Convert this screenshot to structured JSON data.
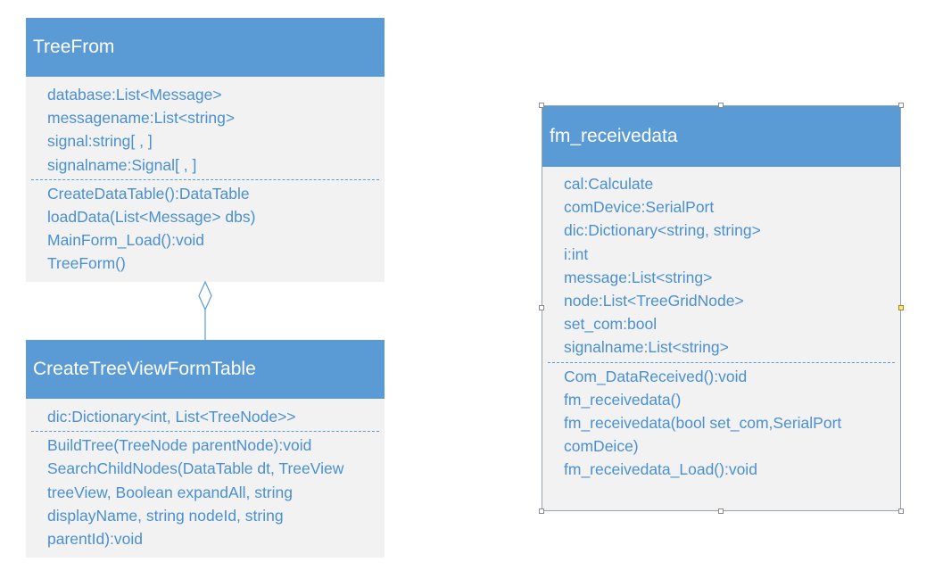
{
  "classes": {
    "treefrom": {
      "name": "TreeFrom",
      "attributes": [
        "database:List<Message>",
        "messagename:List<string>",
        "signal:string[ , ]",
        "signalname:Signal[ , ]"
      ],
      "methods": [
        "CreateDataTable():DataTable",
        "loadData(List<Message> dbs)",
        "MainForm_Load():void",
        "TreeForm()"
      ]
    },
    "createtreeviewformtable": {
      "name": "CreateTreeViewFormTable",
      "attributes": [
        "dic:Dictionary<int, List<TreeNode>>"
      ],
      "methods": [
        "BuildTree(TreeNode parentNode):void",
        "SearchChildNodes(DataTable dt, TreeView treeView, Boolean expandAll, string displayName, string nodeId, string parentId):void"
      ]
    },
    "fm_receivedata": {
      "name": "fm_receivedata",
      "attributes": [
        "cal:Calculate",
        "comDevice:SerialPort",
        "dic:Dictionary<string, string>",
        "i:int",
        "message:List<string>",
        "node:List<TreeGridNode>",
        "set_com:bool",
        "signalname:List<string>"
      ],
      "methods": [
        "Com_DataReceived():void",
        "fm_receivedata()",
        "fm_receivedata(bool set_com,SerialPort comDeice)",
        "fm_receivedata_Load():void"
      ]
    }
  },
  "relations": [
    {
      "type": "aggregation",
      "from": "createtreeviewformtable",
      "to": "treefrom"
    }
  ],
  "colors": {
    "header_bg": "#5b9bd5",
    "header_text": "#ffffff",
    "body_bg": "#f2f2f2",
    "member_text": "#4a90d0",
    "separator": "#5b9bd5",
    "connector": "#5b9bd5"
  }
}
